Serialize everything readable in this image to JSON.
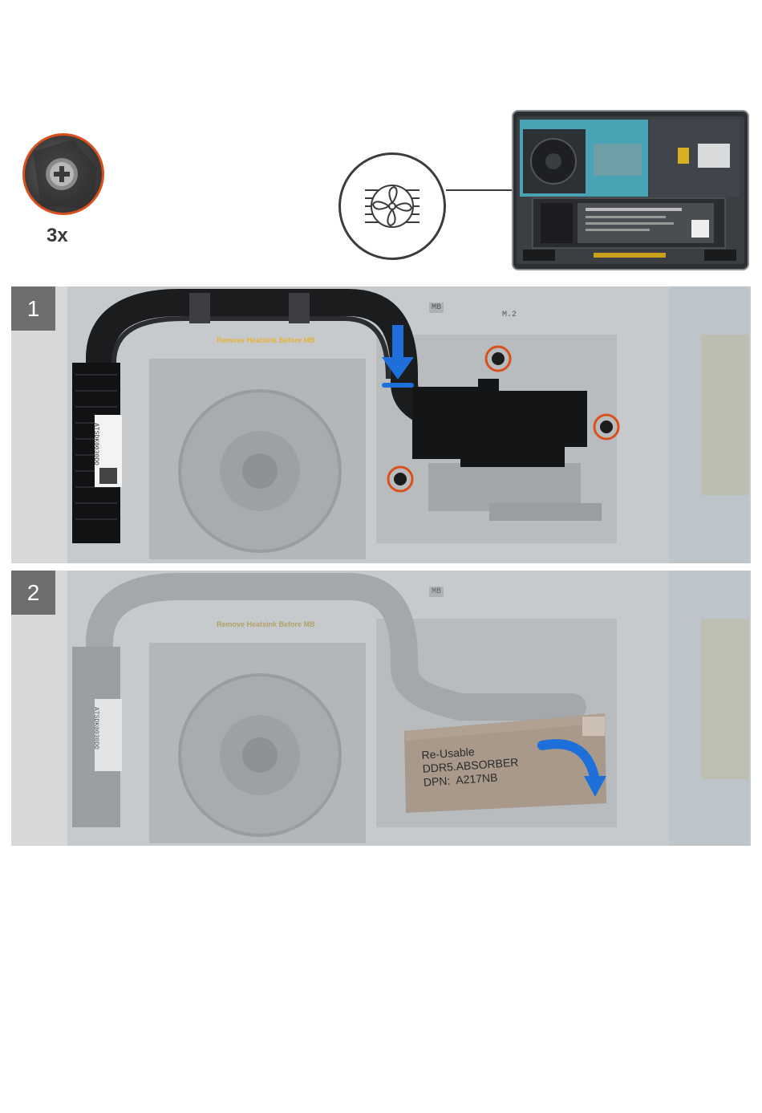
{
  "screw_callout": {
    "count_label": "3x",
    "icon": "screw-icon",
    "accent_color": "#d9501c"
  },
  "fan_callout": {
    "icon": "fan-icon"
  },
  "steps": [
    {
      "number": "1",
      "heatsink_label": "Remove Heatsink Before MB",
      "pcb_label_mb": "MB",
      "pcb_label_m2": "M.2",
      "sticker_text": "ATSDK0030DO",
      "arrow_color": "#1e6fd9",
      "screw_highlight_color": "#d9501c"
    },
    {
      "number": "2",
      "heatsink_label": "Remove Heatsink Before MB",
      "pcb_label_mb": "MB",
      "sticker_text": "ATSDK0030DO",
      "absorber_lines": [
        "Re-Usable",
        "DDR5.ABSORBER",
        "DPN:  A217NB"
      ],
      "arrow_color": "#1e6fd9"
    }
  ]
}
